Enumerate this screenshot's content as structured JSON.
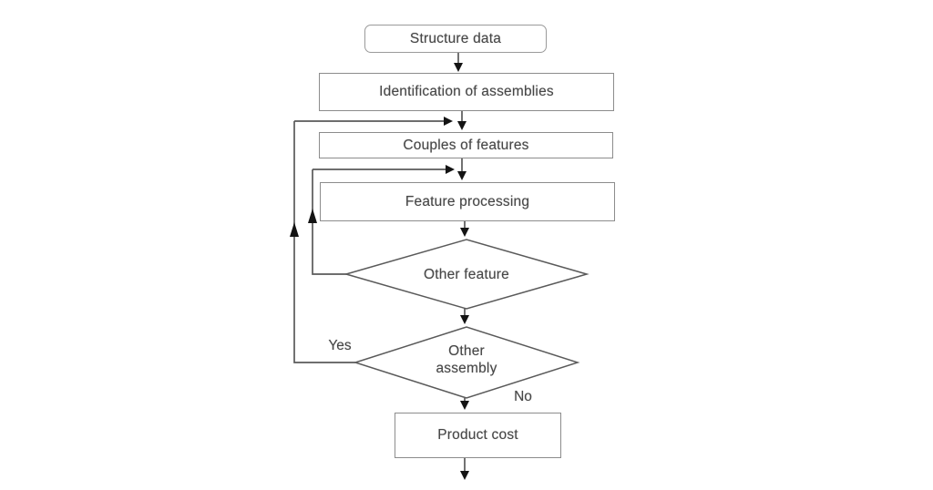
{
  "diagram_type": "flowchart",
  "nodes": {
    "structure_data": {
      "label": "Structure data",
      "shape": "rounded-rectangle"
    },
    "identification_of_assemblies": {
      "label": "Identification of assemblies",
      "shape": "rectangle"
    },
    "couples_of_features": {
      "label": "Couples of features",
      "shape": "rectangle"
    },
    "feature_processing": {
      "label": "Feature processing",
      "shape": "rectangle"
    },
    "other_feature": {
      "label": "Other feature",
      "shape": "decision-diamond"
    },
    "other_assembly": {
      "label": "Other assembly",
      "shape": "decision-diamond"
    },
    "product_cost": {
      "label": "Product cost",
      "shape": "rectangle"
    }
  },
  "edge_labels": {
    "yes": "Yes",
    "no": "No"
  },
  "edges": [
    {
      "from": "structure_data",
      "to": "identification_of_assemblies"
    },
    {
      "from": "identification_of_assemblies",
      "to": "couples_of_features"
    },
    {
      "from": "couples_of_features",
      "to": "feature_processing"
    },
    {
      "from": "feature_processing",
      "to": "other_feature"
    },
    {
      "from": "other_feature",
      "to": "feature_processing",
      "note": "loop back on left side"
    },
    {
      "from": "other_feature",
      "to": "other_assembly"
    },
    {
      "from": "other_assembly",
      "to": "couples_of_features",
      "label": "Yes",
      "note": "outer loop back on left side"
    },
    {
      "from": "other_assembly",
      "to": "product_cost",
      "label": "No"
    },
    {
      "from": "product_cost",
      "to": "output-arrow"
    }
  ],
  "colors": {
    "background": "#ffffff",
    "line": "#5a5a5a",
    "box_border": "#8c8c8c",
    "arrow": "#141414",
    "text": "#474747"
  }
}
